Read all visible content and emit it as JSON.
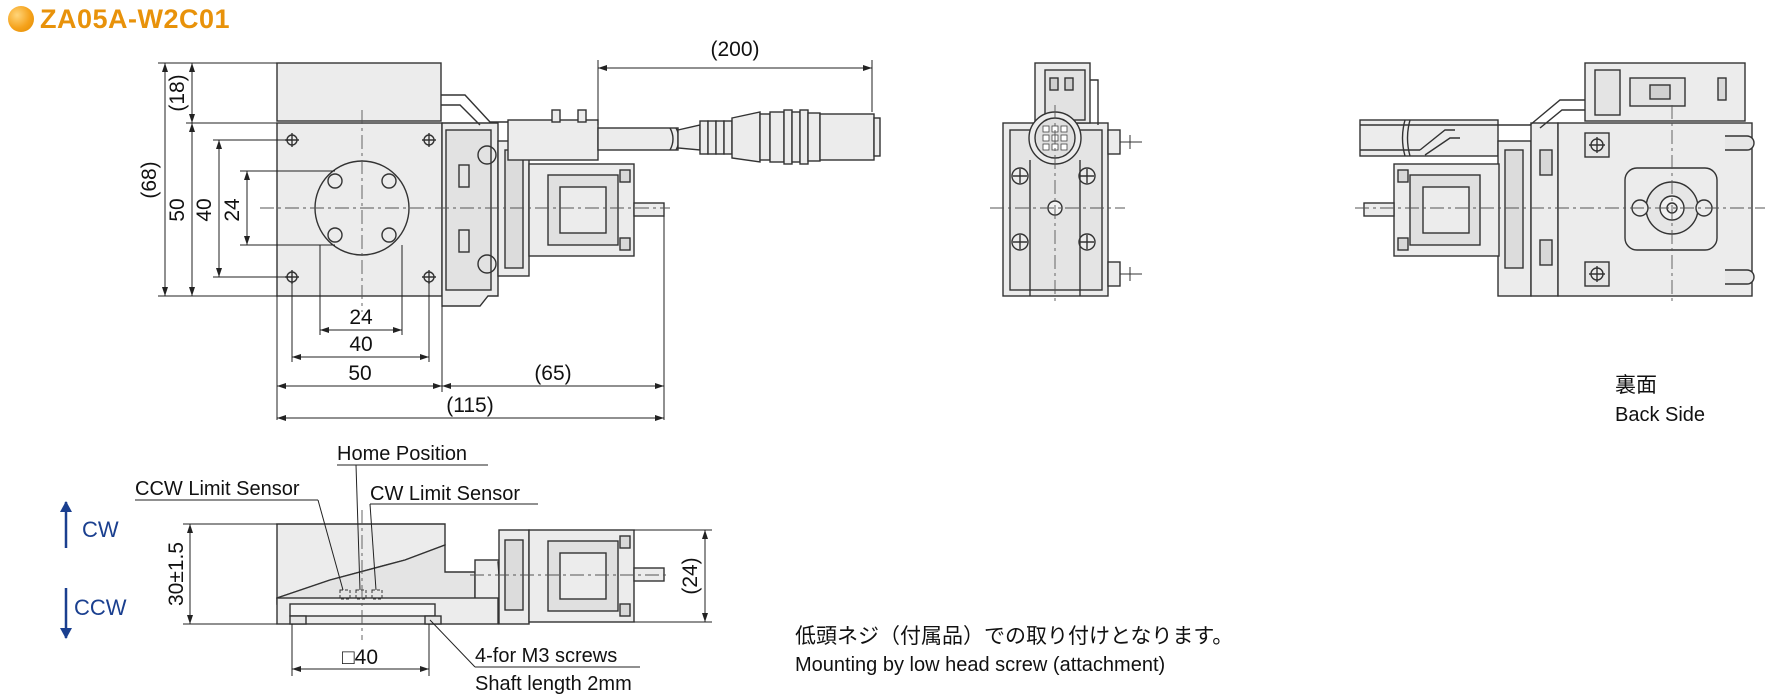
{
  "title": "ZA05A-W2C01",
  "colors": {
    "accent": "#e8920a",
    "arrow": "#1a3f8f",
    "part_fill": "#ececec",
    "line": "#333333"
  },
  "top_view": {
    "dims": {
      "cable": "(200)",
      "h18": "(18)",
      "h68": "(68)",
      "v50": "50",
      "v40": "40",
      "v24": "24",
      "b24": "24",
      "b40": "40",
      "b50": "50",
      "b65": "(65)",
      "b115": "(115)"
    }
  },
  "back_side": {
    "jp": "裏面",
    "en": "Back Side"
  },
  "side_view": {
    "home": "Home Position",
    "ccw_sensor": "CCW Limit Sensor",
    "cw_sensor": "CW Limit Sensor",
    "cw": "CW",
    "ccw": "CCW",
    "height": "30±1.5",
    "h24": "(24)",
    "square": "□40",
    "screws": "4-for M3 screws",
    "shaft": "Shaft length 2mm"
  },
  "mounting_note": {
    "jp": "低頭ネジ（付属品）での取り付けとなります。",
    "en": "Mounting by low head screw (attachment)"
  }
}
